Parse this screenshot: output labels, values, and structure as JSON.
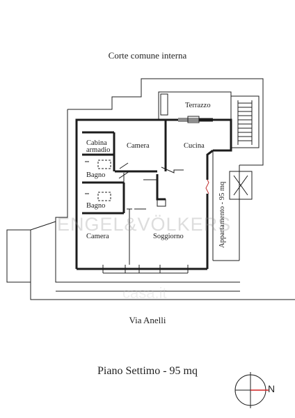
{
  "header": {
    "courtyard": "Corte comune interna"
  },
  "rooms": {
    "terrace": "Terrazzo",
    "closet_line1": "Cabina",
    "closet_line2": "armadio",
    "bedroom_top": "Camera",
    "kitchen": "Cucina",
    "bathroom_1": "Bagno",
    "bathroom_2": "Bagno",
    "bedroom_bottom": "Camera",
    "living_room": "Soggiorno"
  },
  "side_label": "Appartamento - 95 mq",
  "street": "Via Anelli",
  "watermark": "ENGEL&VÖLKERS",
  "watermark_secondary": "casa.it",
  "caption": "Piano Settimo - 95 mq",
  "compass": {
    "north_letter": "N",
    "needle_color": "#d02020"
  },
  "colors": {
    "line": "#1c1c1c",
    "background": "#ffffff"
  }
}
